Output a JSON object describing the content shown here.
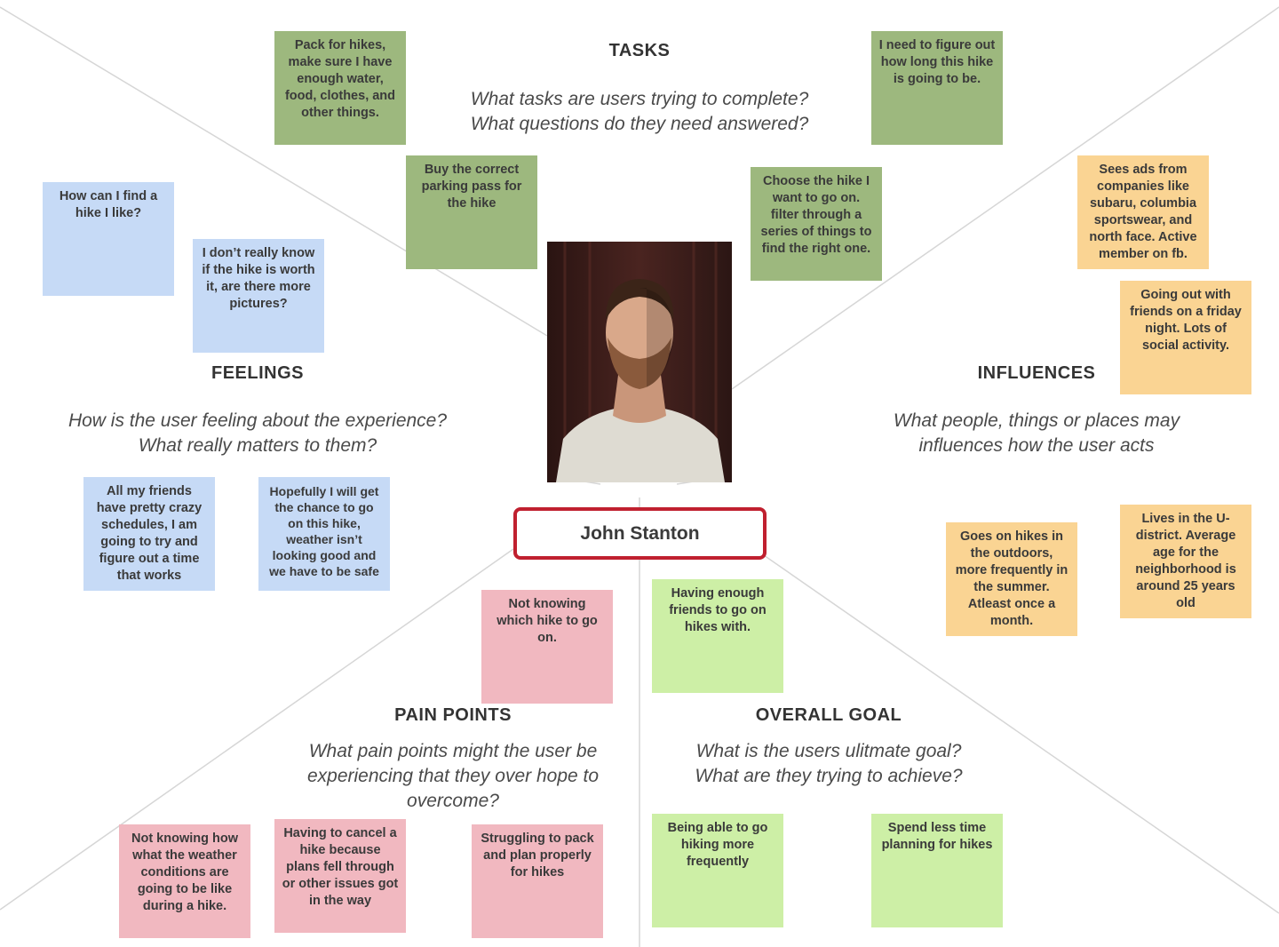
{
  "persona": {
    "name": "John Stanton",
    "photo_icon": "person-photo"
  },
  "sections": {
    "tasks": {
      "title": "TASKS",
      "question": [
        "What tasks are users trying to complete?",
        "What questions do they need answered?"
      ]
    },
    "feelings": {
      "title": "FEELINGS",
      "question": [
        "How is the user feeling about the experience?",
        "What really matters to them?"
      ]
    },
    "influences": {
      "title": "INFLUENCES",
      "question": [
        "What people, things or places may",
        "influences how the user acts"
      ]
    },
    "pain_points": {
      "title": "PAIN POINTS",
      "question": [
        "What pain points might the user be",
        "experiencing that they over hope to",
        "overcome?"
      ]
    },
    "overall_goal": {
      "title": "OVERALL GOAL",
      "question": [
        "What is the users ulitmate goal?",
        "What are they trying to achieve?"
      ]
    }
  },
  "notes": {
    "tasks": [
      "Pack for hikes, make sure I have enough water, food, clothes, and other things.",
      "I need to figure out how long this hike is going to be.",
      "Buy the correct parking pass for the hike",
      "Choose the hike I want to go on. filter through a series of things to find the right one."
    ],
    "feelings": [
      "How can I find a hike I like?",
      "I don’t really know if the hike is worth it, are there more pictures?",
      "All my friends have pretty crazy schedules, I am going to try and figure out a time that works",
      "Hopefully I will get the chance to go on this hike, weather isn’t looking good and we have to be safe"
    ],
    "influences": [
      "Sees ads from companies like subaru, columbia sportswear, and north face. Active member on fb.",
      "Going out with friends on a friday night. Lots of social activity.",
      "Goes on hikes in the outdoors, more frequently in the summer. Atleast once a month.",
      "Lives in the U-district. Average age for the neighborhood is around 25 years old"
    ],
    "pain_points": [
      "Not knowing which hike to go on.",
      "Not knowing how what the weather conditions are going to be like during a hike.",
      "Having to cancel a hike because plans fell through or other issues got in the way",
      "Struggling to pack and plan properly for hikes"
    ],
    "overall_goal": [
      "Having enough friends to go on hikes with.",
      "Being able to go hiking more frequently",
      "Spend less time planning for hikes"
    ]
  },
  "colors": {
    "tasks_note": "#9db87e",
    "feelings_note": "#c6daf6",
    "influences_note": "#fad493",
    "pain_points_note": "#f1b8c0",
    "overall_goal_note": "#cdefa6",
    "name_border": "#c0202f",
    "divider_lines": "#d6d6d6"
  }
}
